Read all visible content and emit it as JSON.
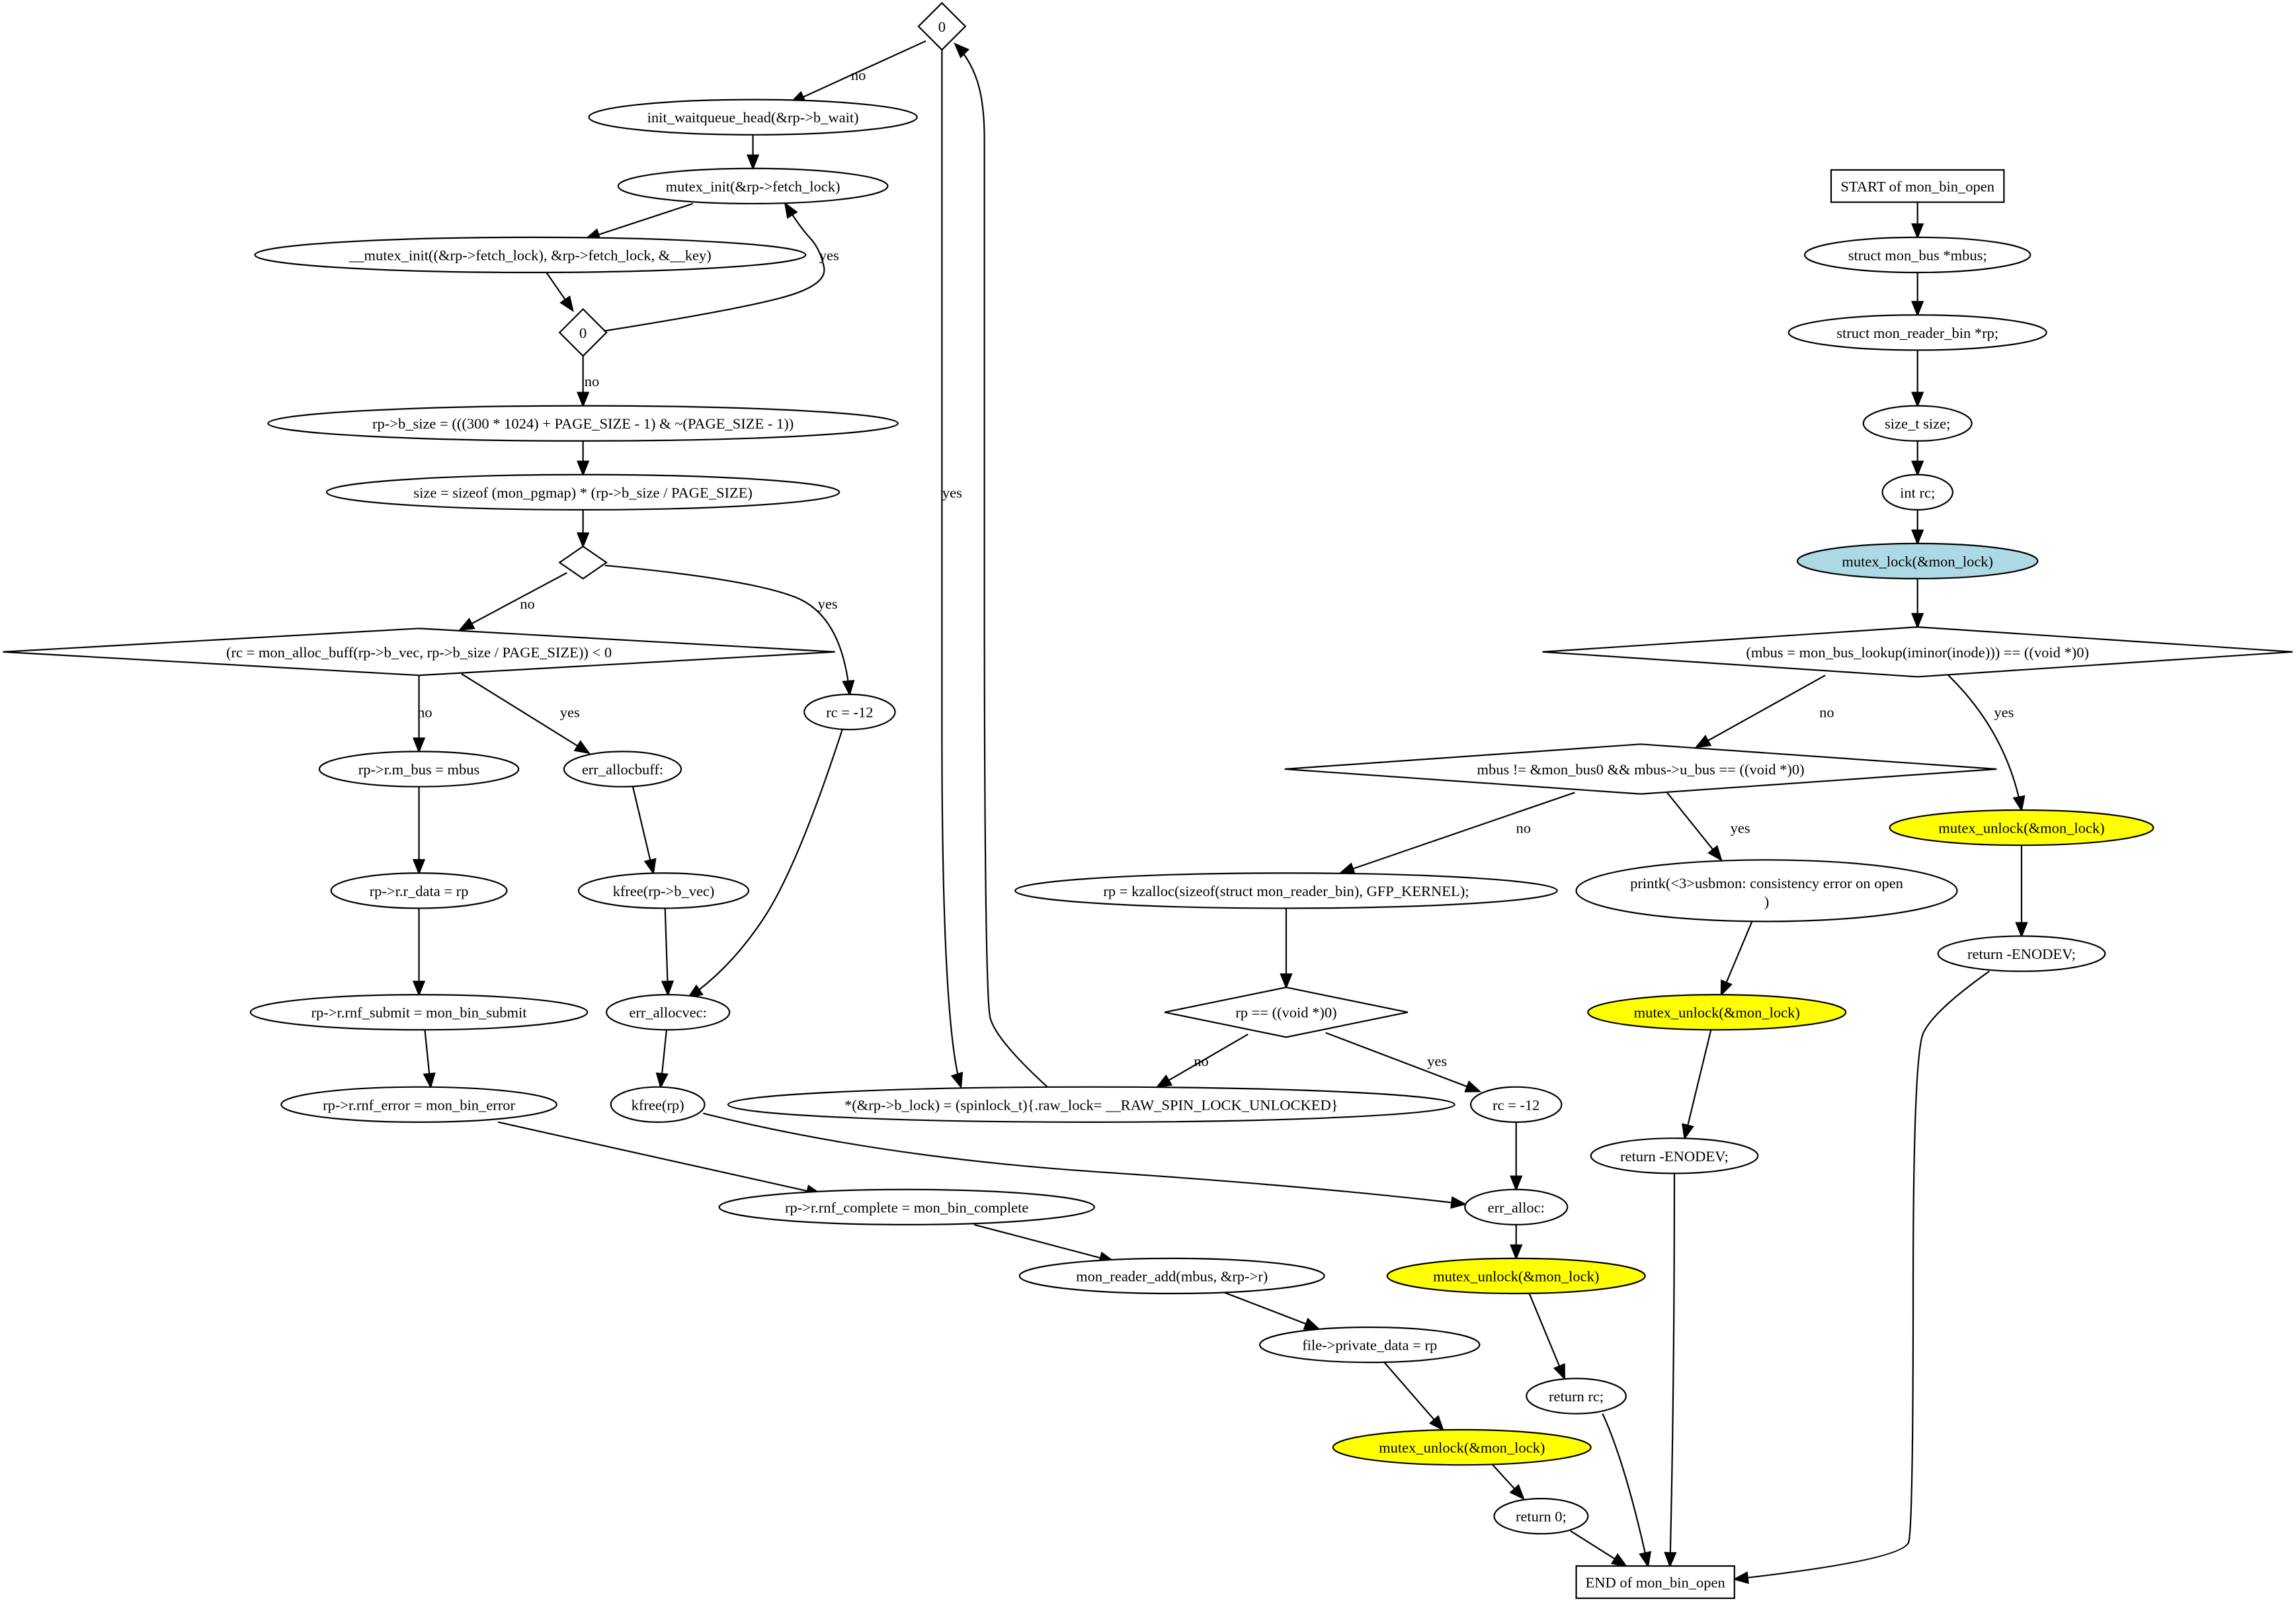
{
  "colors": {
    "default_fill": "#ffffff",
    "stroke": "#000000",
    "highlight_blue": "#add8e6",
    "highlight_yellow": "#ffff00"
  },
  "nodes": [
    {
      "id": "d0",
      "shape": "diamond",
      "label": "0"
    },
    {
      "id": "n_initwq",
      "shape": "ellipse",
      "label": "init_waitqueue_head(&rp->b_wait)"
    },
    {
      "id": "n_mutexinit",
      "shape": "ellipse",
      "label": "mutex_init(&rp->fetch_lock)"
    },
    {
      "id": "n_mutexinit2",
      "shape": "ellipse",
      "label": "__mutex_init((&rp->fetch_lock), &rp->fetch_lock, &__key)"
    },
    {
      "id": "d1",
      "shape": "diamond",
      "label": "0"
    },
    {
      "id": "n_bsize",
      "shape": "ellipse",
      "label": "rp->b_size = (((300 * 1024) + PAGE_SIZE - 1) & ~(PAGE_SIZE - 1))"
    },
    {
      "id": "n_size",
      "shape": "ellipse",
      "label": "size = sizeof (mon_pgmap) * (rp->b_size / PAGE_SIZE)"
    },
    {
      "id": "d2",
      "shape": "diamond",
      "label": ""
    },
    {
      "id": "d_alloc",
      "shape": "diamond",
      "label": "(rc = mon_alloc_buff(rp->b_vec, rp->b_size / PAGE_SIZE)) < 0"
    },
    {
      "id": "n_rc12a",
      "shape": "ellipse",
      "label": "rc = -12"
    },
    {
      "id": "n_mbus",
      "shape": "ellipse",
      "label": "rp->r.m_bus = mbus"
    },
    {
      "id": "n_erralloc",
      "shape": "ellipse",
      "label": "err_allocbuff:"
    },
    {
      "id": "n_rdata",
      "shape": "ellipse",
      "label": "rp->r.r_data = rp"
    },
    {
      "id": "n_kfreevec",
      "shape": "ellipse",
      "label": "kfree(rp->b_vec)"
    },
    {
      "id": "n_submit",
      "shape": "ellipse",
      "label": "rp->r.rnf_submit = mon_bin_submit"
    },
    {
      "id": "n_errvec",
      "shape": "ellipse",
      "label": "err_allocvec:"
    },
    {
      "id": "n_error",
      "shape": "ellipse",
      "label": "rp->r.rnf_error = mon_bin_error"
    },
    {
      "id": "n_kfreerp",
      "shape": "ellipse",
      "label": "kfree(rp)"
    },
    {
      "id": "n_complete",
      "shape": "ellipse",
      "label": "rp->r.rnf_complete = mon_bin_complete"
    },
    {
      "id": "n_readeradd",
      "shape": "ellipse",
      "label": "mon_reader_add(mbus, &rp->r)"
    },
    {
      "id": "n_private",
      "shape": "ellipse",
      "label": "file->private_data = rp"
    },
    {
      "id": "n_unlock5",
      "shape": "ellipse",
      "label": "mutex_unlock(&mon_lock)",
      "fill": "highlight_yellow"
    },
    {
      "id": "n_ret0",
      "shape": "ellipse",
      "label": "return 0;"
    },
    {
      "id": "n_spin",
      "shape": "ellipse",
      "label": "*(&rp->b_lock) = (spinlock_t){.raw_lock= __RAW_SPIN_LOCK_UNLOCKED}"
    },
    {
      "id": "n_start",
      "shape": "box",
      "label": "START of mon_bin_open"
    },
    {
      "id": "n_structbus",
      "shape": "ellipse",
      "label": "struct mon_bus *mbus;"
    },
    {
      "id": "n_structrp",
      "shape": "ellipse",
      "label": "struct mon_reader_bin *rp;"
    },
    {
      "id": "n_sizet",
      "shape": "ellipse",
      "label": "size_t size;"
    },
    {
      "id": "n_intrc",
      "shape": "ellipse",
      "label": "int rc;"
    },
    {
      "id": "n_lock",
      "shape": "ellipse",
      "label": "mutex_lock(&mon_lock)",
      "fill": "highlight_blue"
    },
    {
      "id": "d_lookup",
      "shape": "diamond",
      "label": "(mbus = mon_bus_lookup(iminor(inode))) == ((void *)0)"
    },
    {
      "id": "d_bus0",
      "shape": "diamond",
      "label": "mbus != &mon_bus0 && mbus->u_bus == ((void *)0)"
    },
    {
      "id": "n_unlock1",
      "shape": "ellipse",
      "label": "mutex_unlock(&mon_lock)",
      "fill": "highlight_yellow"
    },
    {
      "id": "n_kzalloc",
      "shape": "ellipse",
      "label": "rp = kzalloc(sizeof(struct mon_reader_bin), GFP_KERNEL);"
    },
    {
      "id": "n_printk",
      "shape": "ellipse",
      "label": "printk(<3>usbmon: consistency error on open",
      "label2": ")"
    },
    {
      "id": "n_retenodev1",
      "shape": "ellipse",
      "label": "return -ENODEV;"
    },
    {
      "id": "n_unlock2",
      "shape": "ellipse",
      "label": "mutex_unlock(&mon_lock)",
      "fill": "highlight_yellow"
    },
    {
      "id": "d_rpnull",
      "shape": "diamond",
      "label": "rp == ((void *)0)"
    },
    {
      "id": "n_retenodev2",
      "shape": "ellipse",
      "label": "return -ENODEV;"
    },
    {
      "id": "n_rc12b",
      "shape": "ellipse",
      "label": "rc = -12"
    },
    {
      "id": "n_erralloc2",
      "shape": "ellipse",
      "label": "err_alloc:"
    },
    {
      "id": "n_unlock3",
      "shape": "ellipse",
      "label": "mutex_unlock(&mon_lock)",
      "fill": "highlight_yellow"
    },
    {
      "id": "n_retrc",
      "shape": "ellipse",
      "label": "return rc;"
    },
    {
      "id": "n_end",
      "shape": "box",
      "label": "END of mon_bin_open"
    }
  ],
  "edges": [
    {
      "from": "d0",
      "to": "n_initwq",
      "label": "no"
    },
    {
      "from": "d0",
      "to": "n_spin",
      "label": "yes"
    },
    {
      "from": "n_initwq",
      "to": "n_mutexinit",
      "label": ""
    },
    {
      "from": "n_mutexinit",
      "to": "n_mutexinit2",
      "label": ""
    },
    {
      "from": "n_mutexinit2",
      "to": "d1",
      "label": ""
    },
    {
      "from": "d1",
      "to": "n_mutexinit",
      "label": "yes"
    },
    {
      "from": "d1",
      "to": "n_bsize",
      "label": "no"
    },
    {
      "from": "n_bsize",
      "to": "n_size",
      "label": ""
    },
    {
      "from": "n_size",
      "to": "d2",
      "label": ""
    },
    {
      "from": "d2",
      "to": "d_alloc",
      "label": "no"
    },
    {
      "from": "d2",
      "to": "n_rc12a",
      "label": "yes"
    },
    {
      "from": "d_alloc",
      "to": "n_mbus",
      "label": "no"
    },
    {
      "from": "d_alloc",
      "to": "n_erralloc",
      "label": "yes"
    },
    {
      "from": "n_mbus",
      "to": "n_rdata",
      "label": ""
    },
    {
      "from": "n_rdata",
      "to": "n_submit",
      "label": ""
    },
    {
      "from": "n_submit",
      "to": "n_error",
      "label": ""
    },
    {
      "from": "n_error",
      "to": "n_complete",
      "label": ""
    },
    {
      "from": "n_complete",
      "to": "n_readeradd",
      "label": ""
    },
    {
      "from": "n_readeradd",
      "to": "n_private",
      "label": ""
    },
    {
      "from": "n_private",
      "to": "n_unlock5",
      "label": ""
    },
    {
      "from": "n_unlock5",
      "to": "n_ret0",
      "label": ""
    },
    {
      "from": "n_ret0",
      "to": "n_end",
      "label": ""
    },
    {
      "from": "n_erralloc",
      "to": "n_kfreevec",
      "label": ""
    },
    {
      "from": "n_kfreevec",
      "to": "n_errvec",
      "label": ""
    },
    {
      "from": "n_rc12a",
      "to": "n_errvec",
      "label": ""
    },
    {
      "from": "n_errvec",
      "to": "n_kfreerp",
      "label": ""
    },
    {
      "from": "n_kfreerp",
      "to": "n_erralloc2",
      "label": ""
    },
    {
      "from": "n_spin",
      "to": "d0",
      "label": ""
    },
    {
      "from": "n_start",
      "to": "n_structbus",
      "label": ""
    },
    {
      "from": "n_structbus",
      "to": "n_structrp",
      "label": ""
    },
    {
      "from": "n_structrp",
      "to": "n_sizet",
      "label": ""
    },
    {
      "from": "n_sizet",
      "to": "n_intrc",
      "label": ""
    },
    {
      "from": "n_intrc",
      "to": "n_lock",
      "label": ""
    },
    {
      "from": "n_lock",
      "to": "d_lookup",
      "label": ""
    },
    {
      "from": "d_lookup",
      "to": "d_bus0",
      "label": "no"
    },
    {
      "from": "d_lookup",
      "to": "n_unlock1",
      "label": "yes"
    },
    {
      "from": "n_unlock1",
      "to": "n_retenodev1",
      "label": ""
    },
    {
      "from": "n_retenodev1",
      "to": "n_end",
      "label": ""
    },
    {
      "from": "d_bus0",
      "to": "n_kzalloc",
      "label": "no"
    },
    {
      "from": "d_bus0",
      "to": "n_printk",
      "label": "yes"
    },
    {
      "from": "n_printk",
      "to": "n_unlock2",
      "label": ""
    },
    {
      "from": "n_unlock2",
      "to": "n_retenodev2",
      "label": ""
    },
    {
      "from": "n_retenodev2",
      "to": "n_end",
      "label": ""
    },
    {
      "from": "n_kzalloc",
      "to": "d_rpnull",
      "label": ""
    },
    {
      "from": "d_rpnull",
      "to": "n_spin",
      "label": "no"
    },
    {
      "from": "d_rpnull",
      "to": "n_rc12b",
      "label": "yes"
    },
    {
      "from": "n_rc12b",
      "to": "n_erralloc2",
      "label": ""
    },
    {
      "from": "n_erralloc2",
      "to": "n_unlock3",
      "label": ""
    },
    {
      "from": "n_unlock3",
      "to": "n_retrc",
      "label": ""
    },
    {
      "from": "n_retrc",
      "to": "n_end",
      "label": ""
    }
  ]
}
